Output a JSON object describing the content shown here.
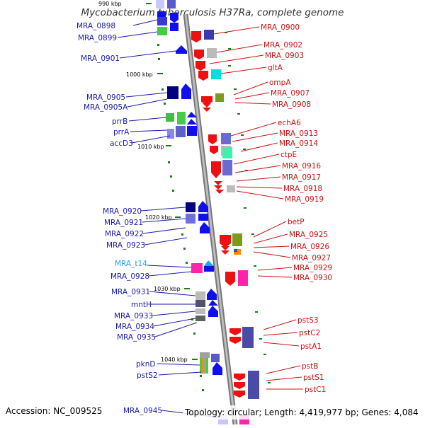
{
  "title": "Mycobacterium tuberculosis H37Ra, complete genome",
  "footer": {
    "accession": "Accession: NC_009525",
    "topology": "Topology: circular; Length: 4,419,977 bp; Genes: 4,084"
  },
  "colors": {
    "left_label": "#1a1aa8",
    "right_label": "#cc1010",
    "special_label": "#22a3e6",
    "backbone": "#8a8a8a",
    "forward_gene": "#1010ee",
    "reverse_gene": "#ee1010",
    "tick": "#1a7a1a"
  },
  "scale_labels": [
    "990 kbp",
    "1000 kbp",
    "1010 kbp",
    "1020 kbp",
    "1030 kbp",
    "1040 kbp"
  ],
  "left_genes": [
    "MRA_0898",
    "MRA_0899",
    "MRA_0901",
    "MRA_0905",
    "MRA_0905A",
    "prrB",
    "prrA",
    "accD3",
    "MRA_0920",
    "MRA_0921",
    "MRA_0922",
    "MRA_0923",
    "MRA_t14",
    "MRA_0928",
    "MRA_0931",
    "mntH",
    "MRA_0933",
    "MRA_0934",
    "MRA_0935",
    "pknD",
    "pstS2",
    "MRA_0945"
  ],
  "right_genes": [
    "MRA_0900",
    "MRA_0902",
    "MRA_0903",
    "gltA",
    "ompA",
    "MRA_0907",
    "MRA_0908",
    "echA6",
    "MRA_0913",
    "MRA_0914",
    "ctpE",
    "MRA_0916",
    "MRA_0917",
    "MRA_0918",
    "MRA_0919",
    "betP",
    "MRA_0925",
    "MRA_0926",
    "MRA_0927",
    "MRA_0929",
    "MRA_0930",
    "pstS3",
    "pstC2",
    "pstA1",
    "pstB",
    "pstS1",
    "pstC1"
  ]
}
